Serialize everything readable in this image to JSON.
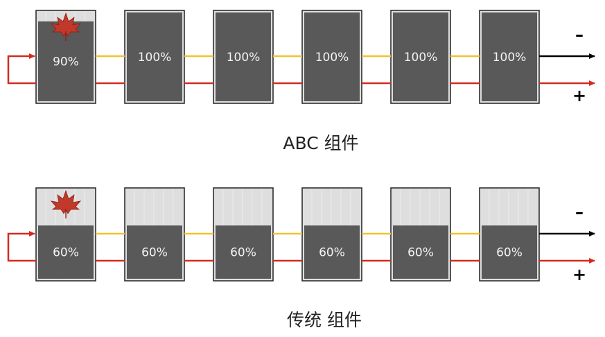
{
  "colors": {
    "cell_fill": "#595959",
    "cell_empty": "#dedede",
    "cell_border": "#222222",
    "link_yellow": "#f2c12e",
    "link_red": "#d42a1f",
    "terminal_black": "#000000",
    "text": "#222222",
    "leaf": "#c0392b"
  },
  "packs": [
    {
      "caption": "ABC 组件",
      "cells": [
        {
          "label": "90%",
          "level": 0.9,
          "icon": "maple-leaf-icon"
        },
        {
          "label": "100%",
          "level": 1.0
        },
        {
          "label": "100%",
          "level": 1.0
        },
        {
          "label": "100%",
          "level": 1.0
        },
        {
          "label": "100%",
          "level": 1.0
        },
        {
          "label": "100%",
          "level": 1.0
        }
      ],
      "terminals": {
        "negative": "–",
        "positive": "+"
      }
    },
    {
      "caption": "传统 组件",
      "cells": [
        {
          "label": "60%",
          "level": 0.6,
          "icon": "maple-leaf-icon"
        },
        {
          "label": "60%",
          "level": 0.6
        },
        {
          "label": "60%",
          "level": 0.6
        },
        {
          "label": "60%",
          "level": 0.6
        },
        {
          "label": "60%",
          "level": 0.6
        },
        {
          "label": "60%",
          "level": 0.6
        }
      ],
      "terminals": {
        "negative": "–",
        "positive": "+"
      }
    }
  ]
}
